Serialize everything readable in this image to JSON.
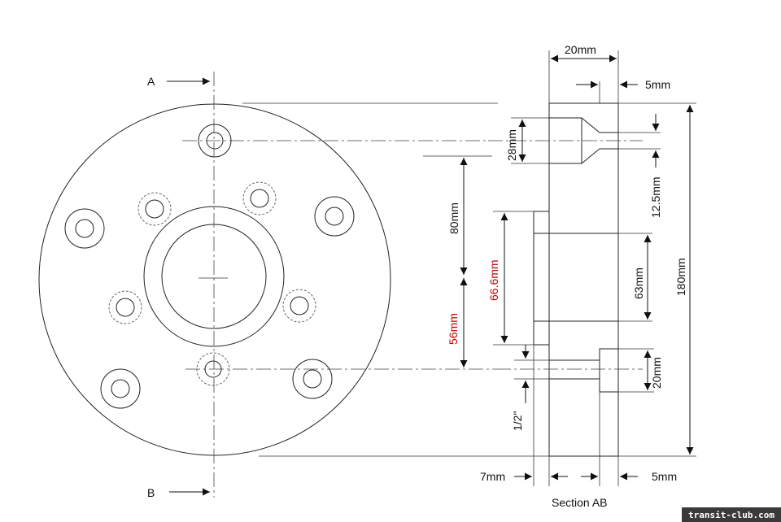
{
  "section_markers": {
    "top": "A",
    "bottom": "B"
  },
  "section_title": "Section AB",
  "dimensions": {
    "thickness_total": "20mm",
    "recess_depth": "5mm",
    "hole_diameter": "28mm",
    "hole_offset": "12.5mm",
    "to_bore": "80mm",
    "bore_diameter": "66.6mm",
    "spigot_diameter": "63mm",
    "below_bore": "56mm",
    "overall_diameter": "180mm",
    "counterbore_diameter": "20mm",
    "stud_size": "1/2\"",
    "spigot_height": "7mm",
    "bottom_recess": "5mm"
  },
  "highlight_color": "#c00000",
  "watermark": "transit-club.com"
}
